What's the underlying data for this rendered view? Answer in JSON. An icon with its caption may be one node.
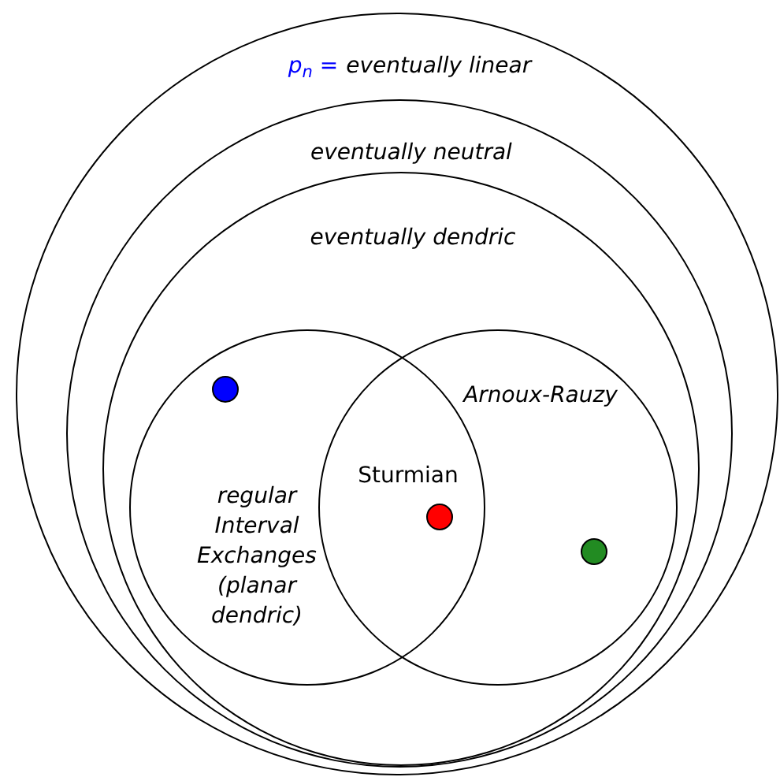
{
  "diagram": {
    "nodes": [
      {
        "text": [
          "p$_{n}$ =",
          "eventually linear"
        ]
      },
      {
        "text": [
          "eventually neutral"
        ],
        "in": 0
      },
      {
        "text": [
          "eventually dendric"
        ],
        "in": 1
      },
      {
        "text": [
          "regular Interval Exchanges (planar dendric)"
        ],
        "in": 2
      },
      {
        "text": [
          "Arnoux-Rauzy"
        ],
        "in": 2
      }
    ],
    "labels": [
      "Sturmian"
    ]
  }
}
